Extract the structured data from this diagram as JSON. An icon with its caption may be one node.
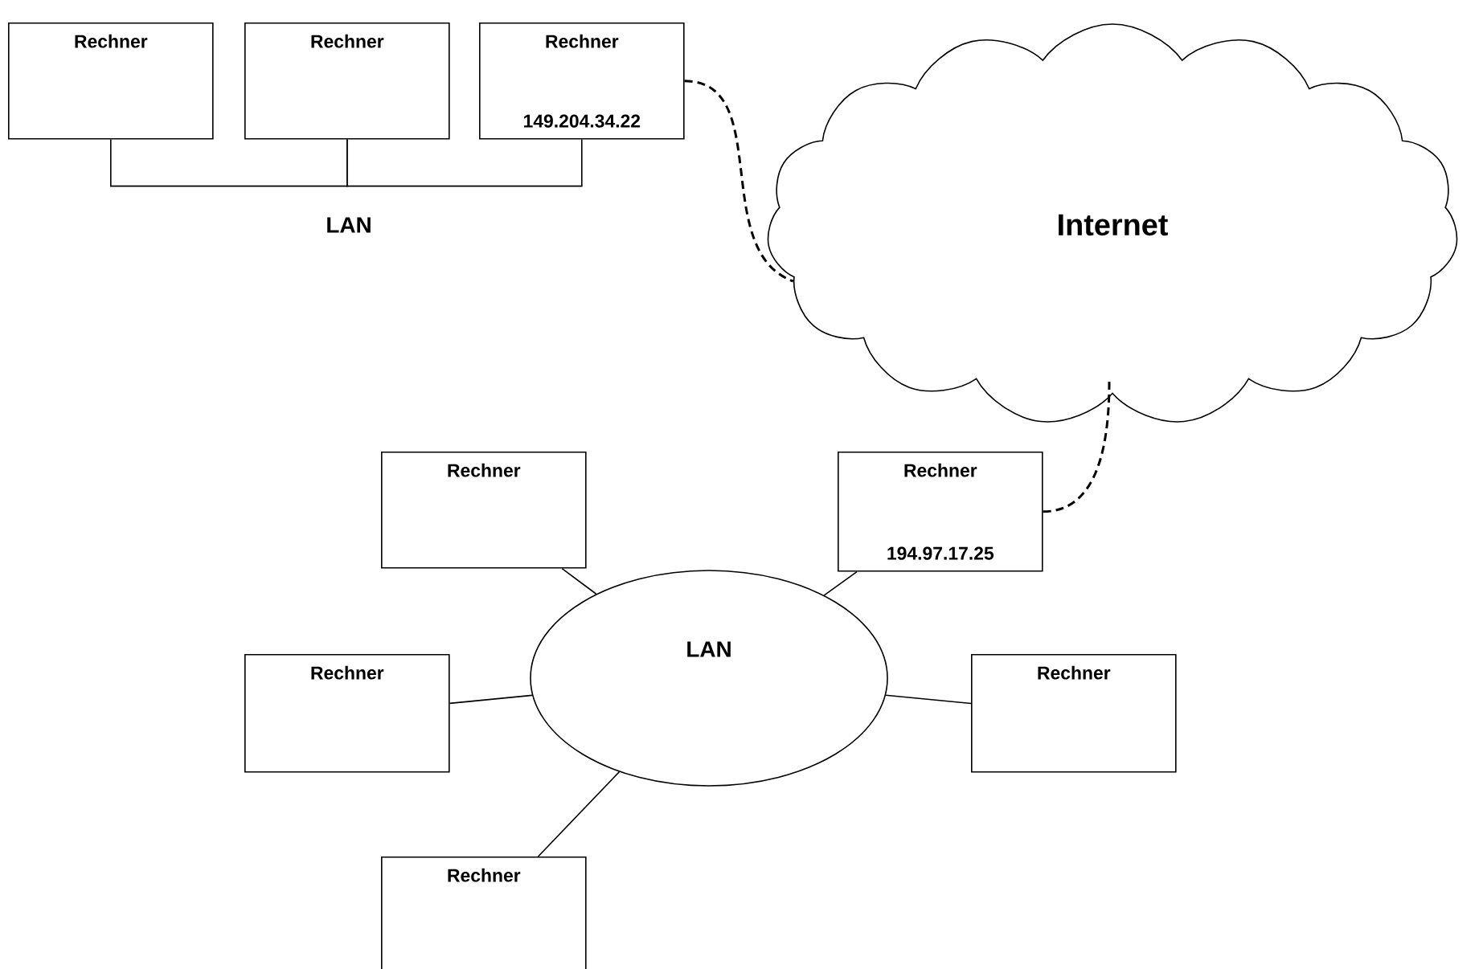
{
  "diagram": {
    "nodes": [
      {
        "text": [
          "Rechner"
        ]
      },
      {
        "text": [
          "Rechner"
        ]
      },
      {
        "text": [
          "Rechner",
          "149.204.34.22"
        ]
      },
      {
        "text": [
          "Internet"
        ]
      },
      {
        "text": [
          "Rechner"
        ]
      },
      {
        "text": [
          "Rechner",
          "194.97.17.25"
        ]
      },
      {
        "text": [
          "Rechner"
        ]
      },
      {
        "text": [
          "LAN"
        ]
      },
      {
        "text": [
          "Rechner"
        ]
      },
      {
        "text": [
          "Rechner"
        ]
      }
    ],
    "edges": [
      {
        "from": 0,
        "to": 1,
        "arrow": "none"
      },
      {
        "from": 1,
        "to": 2,
        "arrow": "none"
      },
      {
        "from": 2,
        "to": 3,
        "arrow": "none",
        "style": "dashed"
      },
      {
        "from": 5,
        "to": 3,
        "arrow": "none",
        "style": "dashed"
      },
      {
        "from": 4,
        "to": 7,
        "arrow": "none"
      },
      {
        "from": 5,
        "to": 7,
        "arrow": "none"
      },
      {
        "from": 6,
        "to": 7,
        "arrow": "none"
      },
      {
        "from": 8,
        "to": 7,
        "arrow": "none"
      },
      {
        "from": 9,
        "to": 7,
        "arrow": "none"
      }
    ],
    "labels": [
      "LAN"
    ]
  }
}
